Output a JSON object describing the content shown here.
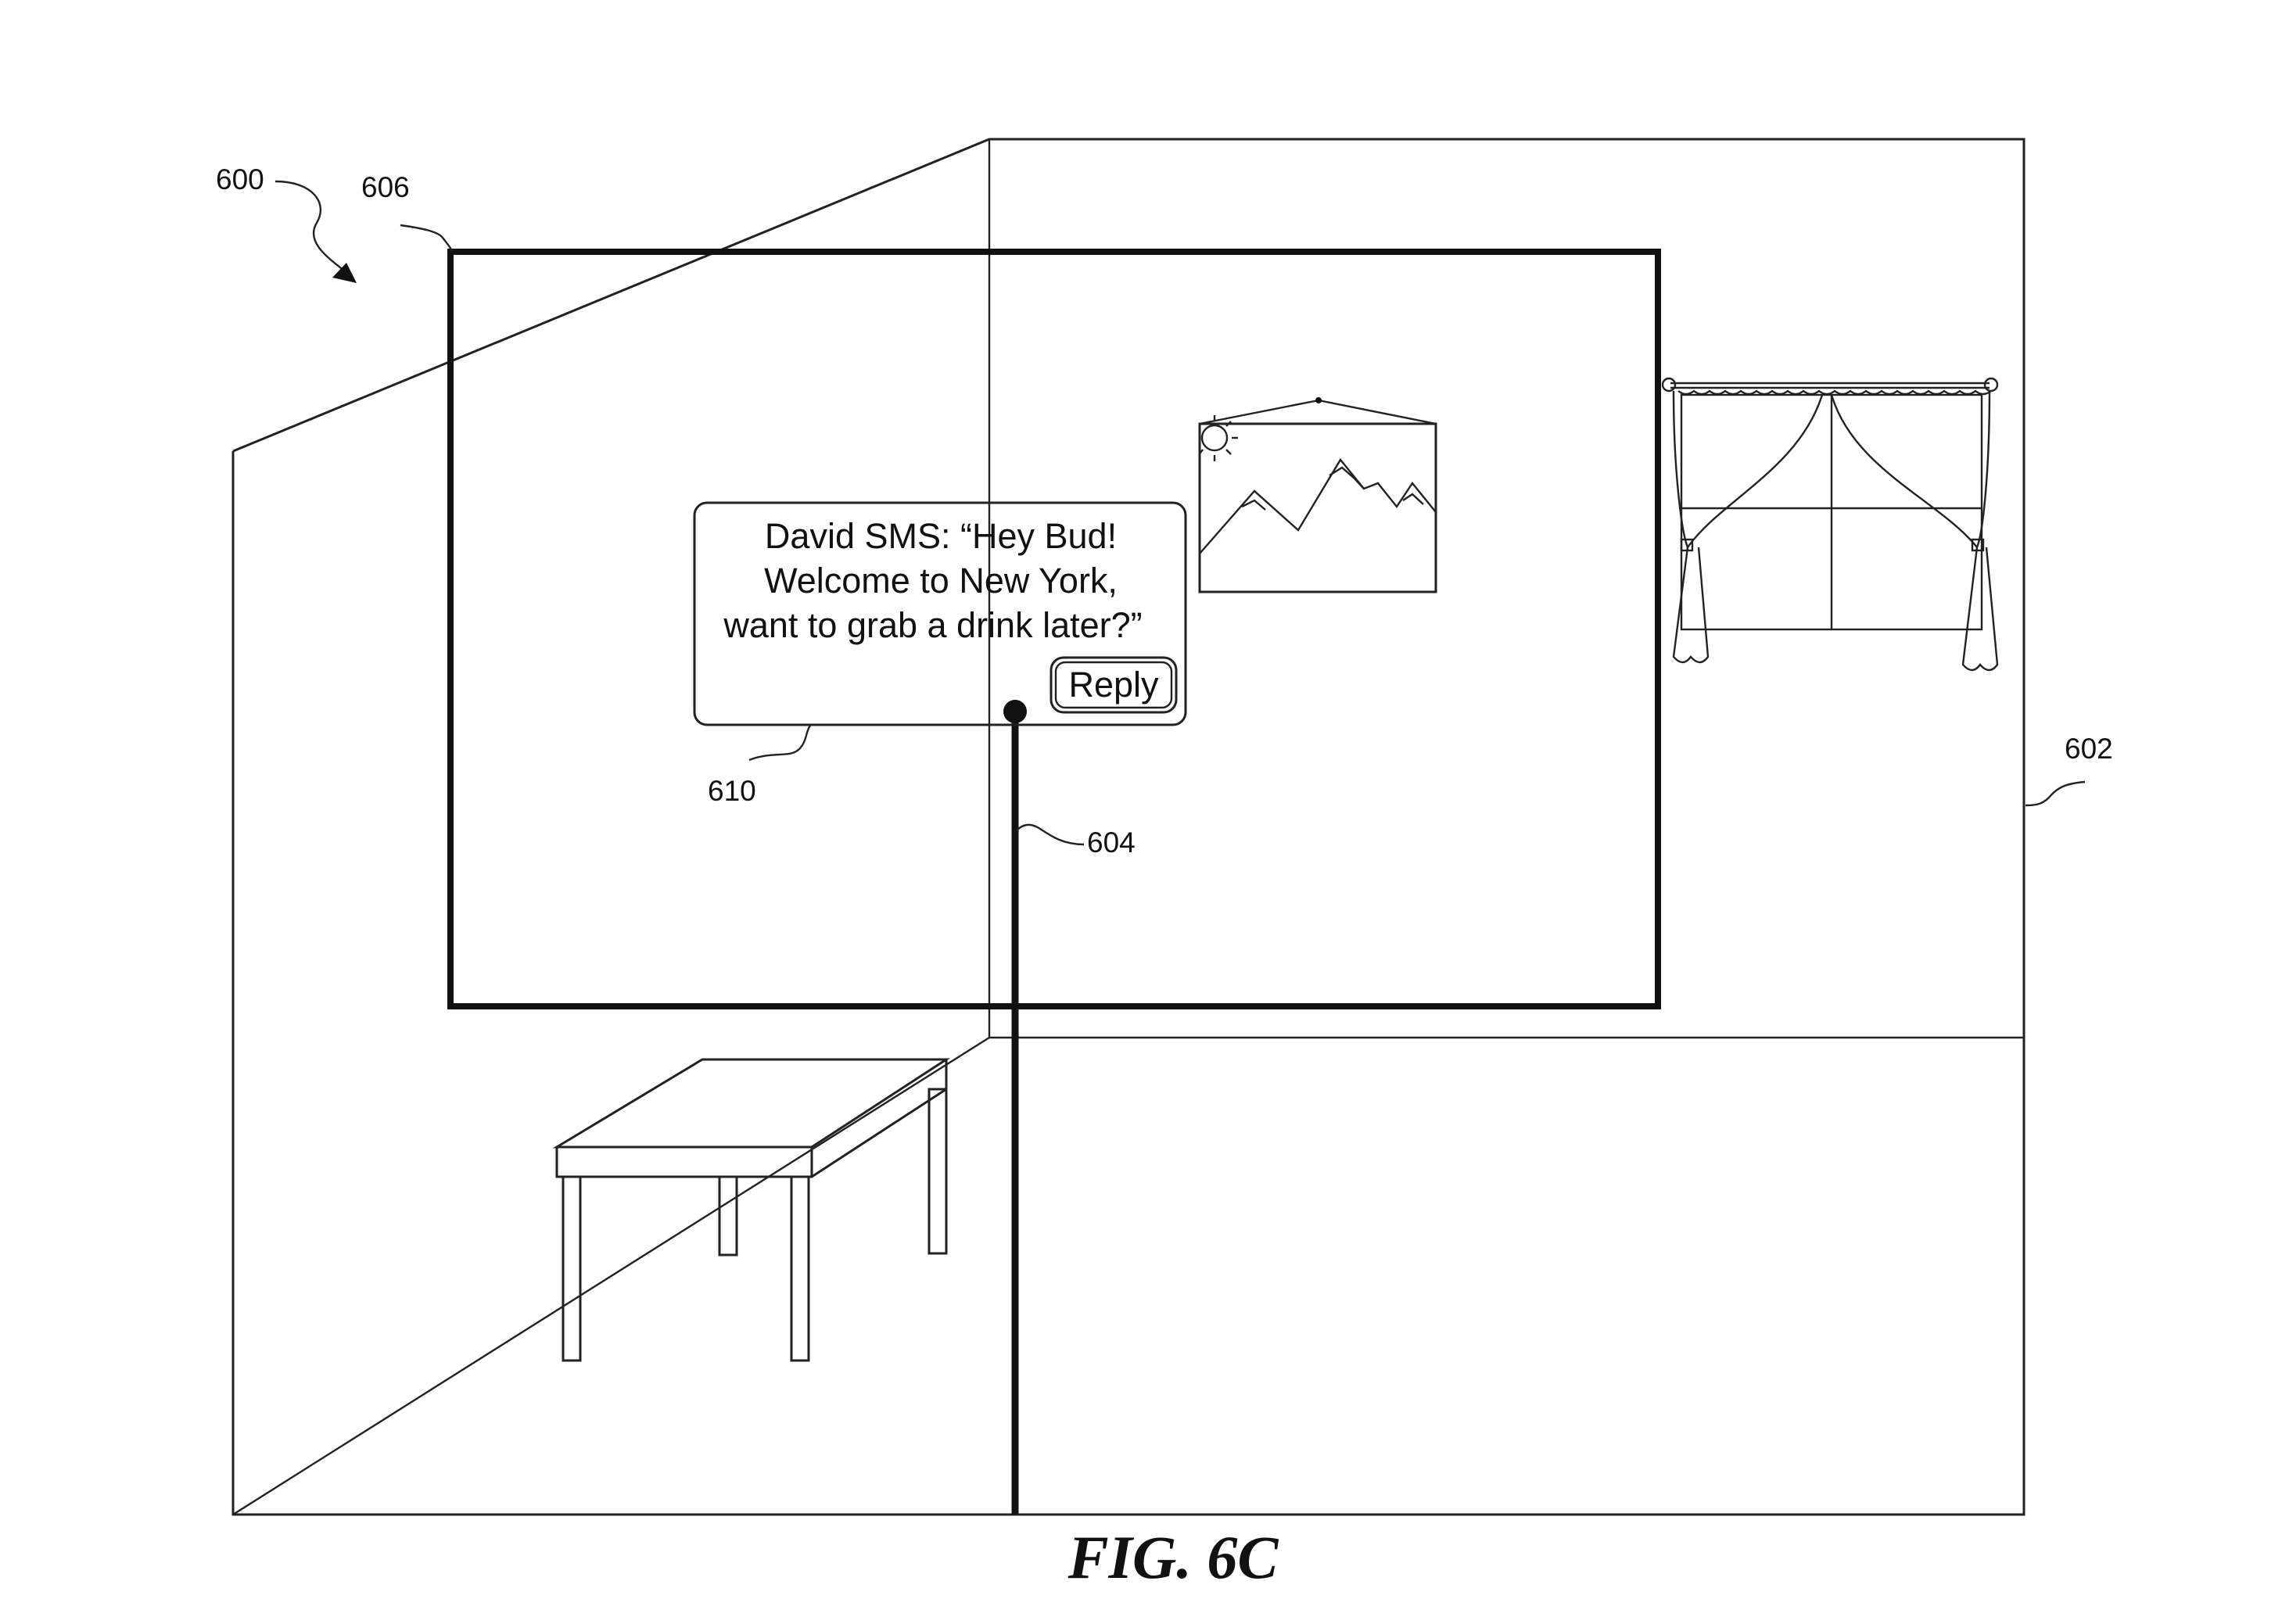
{
  "labels": {
    "ref_600": "600",
    "ref_606": "606",
    "ref_602": "602",
    "ref_604": "604",
    "ref_610": "610"
  },
  "notification": {
    "line1": "David SMS: “Hey Bud!",
    "line2": "Welcome to New York,",
    "line3": "want to grab a drink later?”",
    "reply_label": "Reply"
  },
  "caption": "FIG. 6C",
  "colors": {
    "ink": "#111111",
    "background": "#ffffff"
  }
}
